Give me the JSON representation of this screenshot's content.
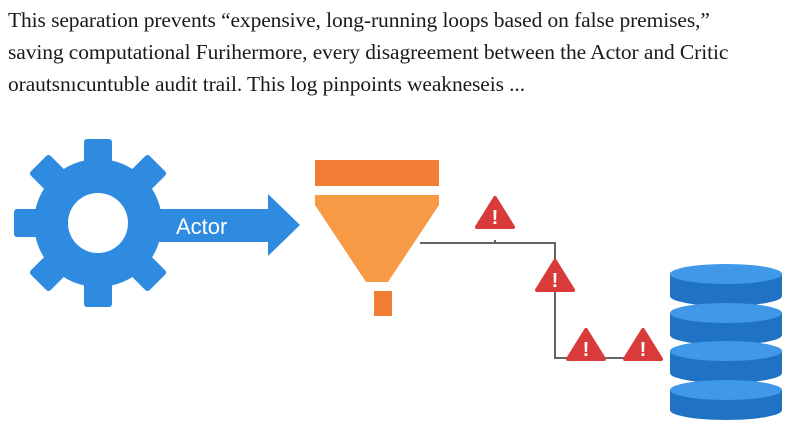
{
  "text": {
    "lines": [
      "This separation prevents “expensive, long-running loops based on false premises,”",
      "saving computational Furihermore, every disagreement between the Actor and Critic",
      "orautsnıcuntuble audit trail. This log pinpoints weakneseis ..."
    ]
  },
  "diagram": {
    "arrow_label": "Actor",
    "warning_glyph": "!",
    "icons": {
      "gear": "gear-icon",
      "funnel": "funnel-icon",
      "warning": "warning-triangle-icon",
      "database": "database-icon"
    },
    "colors": {
      "blue": "#2f8be0",
      "blue_dark": "#1f72c4",
      "orange": "#f79a45",
      "orange_top": "#f27d35",
      "red": "#d93a3a",
      "line": "#666666",
      "text": "#1a1a1a"
    }
  }
}
